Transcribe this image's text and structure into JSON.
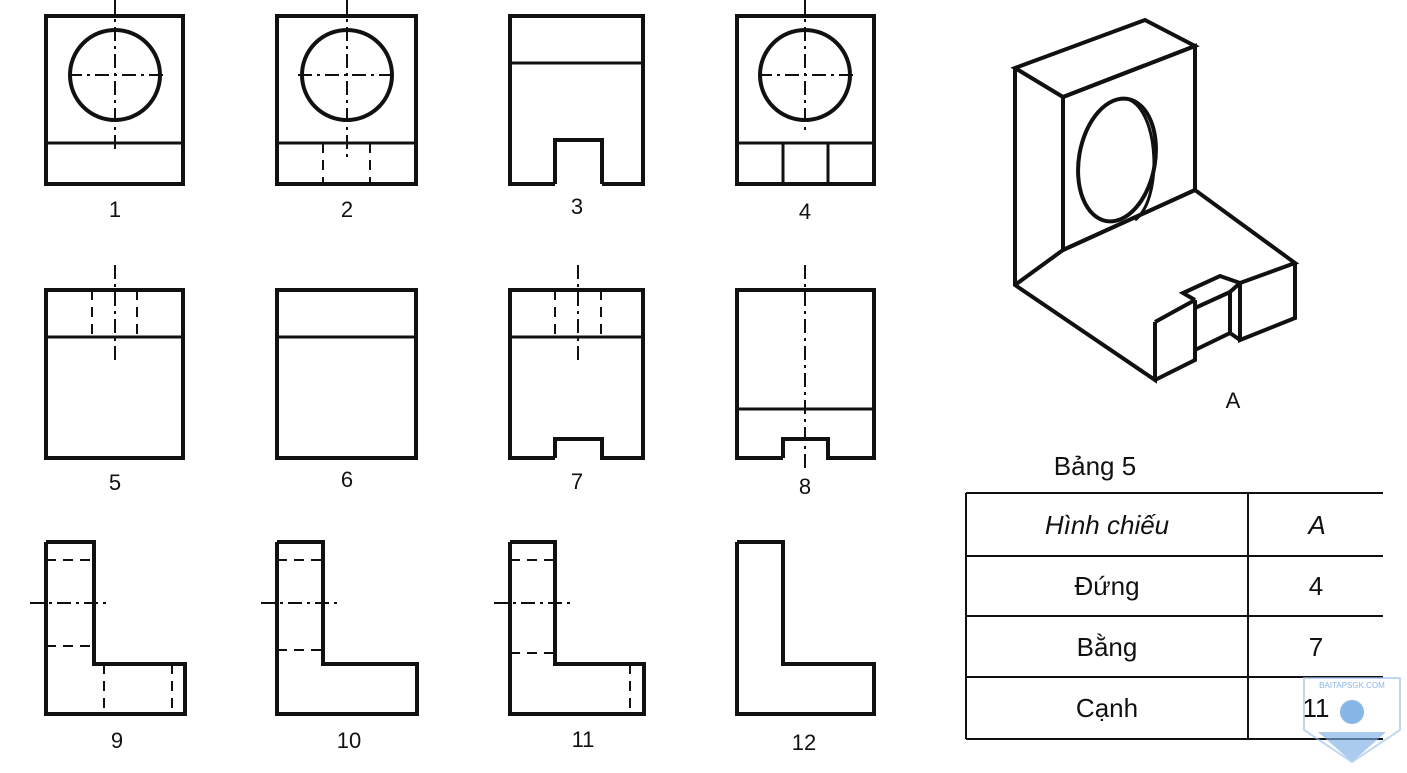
{
  "views": [
    {
      "label": "1"
    },
    {
      "label": "2"
    },
    {
      "label": "3"
    },
    {
      "label": "4"
    },
    {
      "label": "5"
    },
    {
      "label": "6"
    },
    {
      "label": "7"
    },
    {
      "label": "8"
    },
    {
      "label": "9"
    },
    {
      "label": "10"
    },
    {
      "label": "11"
    },
    {
      "label": "12"
    }
  ],
  "isometric": {
    "label": "A"
  },
  "table": {
    "title": "Bảng 5",
    "header": {
      "col1": "Hình chiếu",
      "col2": "A"
    },
    "rows": [
      {
        "name": "Đứng",
        "value": "4"
      },
      {
        "name": "Bằng",
        "value": "7"
      },
      {
        "name": "Cạnh",
        "value": "11"
      }
    ]
  },
  "watermark": {
    "text": "BAITAPSGK.COM",
    "color": "#4a90d9"
  }
}
